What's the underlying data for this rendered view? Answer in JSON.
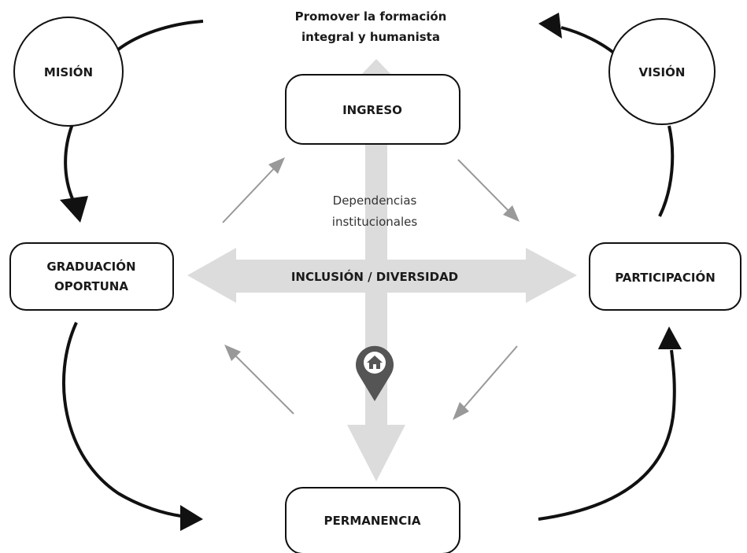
{
  "top_text": {
    "line1": "Promover la formación",
    "line2": "integral y humanista"
  },
  "center": {
    "dependencies_line1": "Dependencias",
    "dependencies_line2": "institucionales",
    "horizontal_label": "INCLUSIÓN / DIVERSIDAD"
  },
  "nodes": {
    "mision": "MISIÓN",
    "vision": "VISIÓN",
    "ingreso": "INGRESO",
    "graduacion_line1": "GRADUACIÓN",
    "graduacion_line2": "OPORTUNA",
    "participacion": "PARTICIPACIÓN",
    "permanencia": "PERMANENCIA"
  },
  "icons": {
    "location_pin": "home-location-pin-icon"
  },
  "colors": {
    "wide_arrow": "#dcdcdc",
    "thin_arrow": "#999999",
    "pin": "#555555",
    "line": "#111111"
  }
}
